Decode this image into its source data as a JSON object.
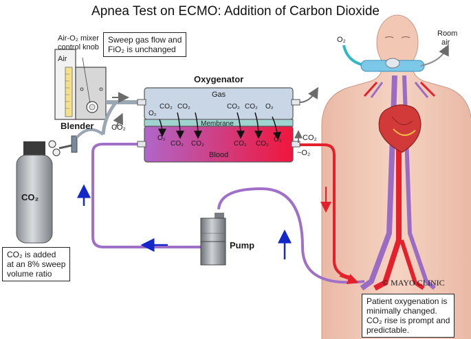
{
  "title": "Apnea Test on ECMO: Addition of Carbon Dioxide",
  "labels": {
    "air_o2_mixer_line1": "Air-O₂ mixer",
    "air_o2_mixer_line2": "control knob",
    "air": "Air",
    "blender": "Blender",
    "co2_cylinder": "CO₂",
    "co2_inlet": "CO₂",
    "oxygenator": "Oxygenator",
    "gas": "Gas",
    "membrane": "Membrane",
    "blood": "Blood",
    "co2_out": "CO₂",
    "o2_in": "~O₂",
    "pump": "Pump",
    "o2": "O₂",
    "room_air_line1": "Room",
    "room_air_line2": "air",
    "copyright": "© MAYO CLINIC"
  },
  "membrane_gases": [
    "O₂",
    "CO₂",
    "CO₂",
    "CO₂",
    "CO₂",
    "O₂"
  ],
  "blood_gases": [
    "O₂",
    "CO₂",
    "CO₂",
    "CO₂",
    "CO₂",
    "O₂"
  ],
  "callouts": {
    "sweep_line1": "Sweep gas flow and",
    "sweep_line2": "FiO₂ is unchanged",
    "co2_added_line1": "CO₂ is added",
    "co2_added_line2": "at an 8% sweep",
    "co2_added_line3": "volume ratio",
    "patient_line1": "Patient oxygenation is",
    "patient_line2": "minimally changed.",
    "patient_line3": "CO₂ rise is prompt and",
    "patient_line4": "predictable."
  },
  "colors": {
    "gas_chamber": "#c9d6e6",
    "membrane": "#9fd3cf",
    "blood_venous": "#b066c9",
    "blood_arterial": "#f0163c",
    "tubing_venous": "#a070c8",
    "tubing_arterial": "#e4202c",
    "skin": "#f2c7b4",
    "flow_arrow": "#1428c8"
  }
}
